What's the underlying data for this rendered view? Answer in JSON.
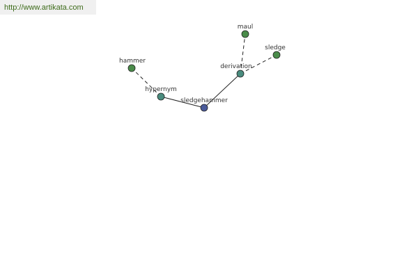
{
  "site": {
    "url": "http://www.artikata.com"
  },
  "graph": {
    "nodes": [
      {
        "id": "sledgehammer",
        "label": "sledgehammer",
        "role": "center",
        "color": "#4a5a9a"
      },
      {
        "id": "hypernym",
        "label": "hypernym",
        "role": "relation",
        "color": "#4a8c7e"
      },
      {
        "id": "derivation",
        "label": "derivation",
        "role": "relation",
        "color": "#4a8c7e"
      },
      {
        "id": "hammer",
        "label": "hammer",
        "role": "term",
        "color": "#4a8c4a"
      },
      {
        "id": "maul",
        "label": "maul",
        "role": "term",
        "color": "#4a8c4a"
      },
      {
        "id": "sledge",
        "label": "sledge",
        "role": "term",
        "color": "#4a8c4a"
      }
    ],
    "edges": [
      {
        "from": "sledgehammer",
        "to": "hypernym",
        "style": "solid"
      },
      {
        "from": "sledgehammer",
        "to": "derivation",
        "style": "solid"
      },
      {
        "from": "hypernym",
        "to": "hammer",
        "style": "dashed"
      },
      {
        "from": "derivation",
        "to": "maul",
        "style": "dashed"
      },
      {
        "from": "derivation",
        "to": "sledge",
        "style": "dashed"
      }
    ]
  }
}
